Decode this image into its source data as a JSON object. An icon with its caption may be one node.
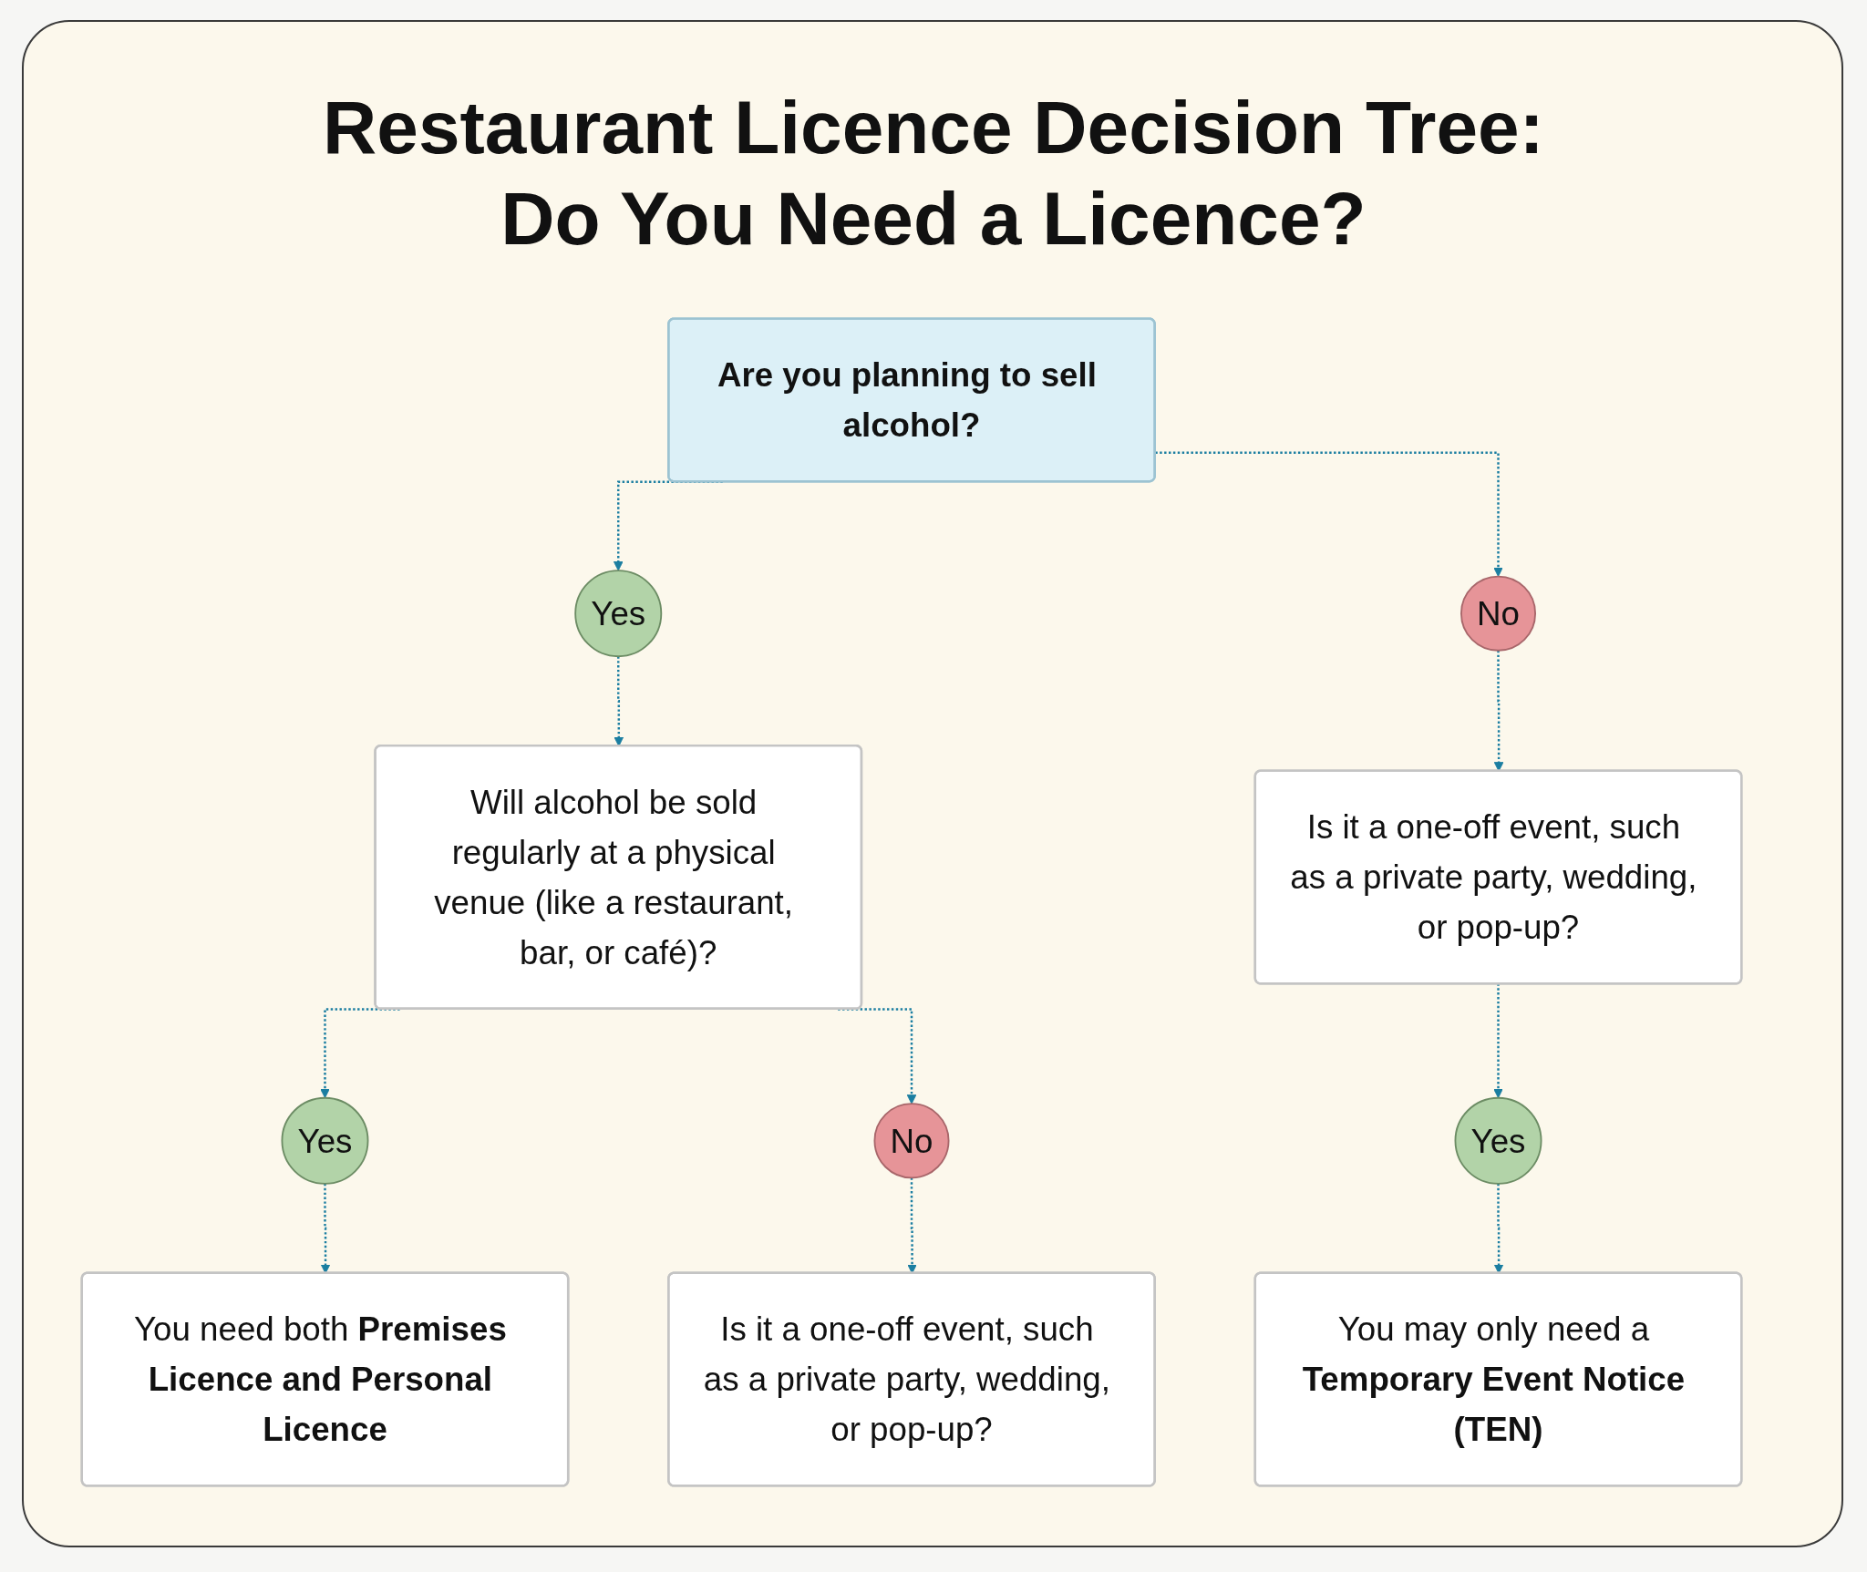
{
  "diagram": {
    "title": "Restaurant Licence Decision Tree: Do You Need a Licence?",
    "nodes": [
      {
        "text": [
          "Are you planning to sell alcohol?"
        ]
      },
      {
        "text": [
          "Yes"
        ]
      },
      {
        "text": [
          "No"
        ]
      },
      {
        "text": [
          "Will alcohol be sold regularly at a physical venue (like a restaurant, bar, or café)?"
        ]
      },
      {
        "text": [
          "Is it a one-off event, such as a private party, wedding, or pop-up?"
        ]
      },
      {
        "text": [
          "Yes"
        ]
      },
      {
        "text": [
          "No"
        ]
      },
      {
        "text": [
          "Yes"
        ]
      },
      {
        "text": [
          "You need both **Premises Licence and Personal Licence**"
        ]
      },
      {
        "text": [
          "Is it a one-off event, such as a private party, wedding, or pop-up?"
        ]
      },
      {
        "text": [
          "You may only need a **Temporary Event Notice (TEN)**"
        ]
      }
    ],
    "edges": [
      {
        "from": 0,
        "to": 1,
        "arrow": "to",
        "style": "dashed"
      },
      {
        "from": 0,
        "to": 2,
        "arrow": "to",
        "style": "dashed"
      },
      {
        "from": 1,
        "to": 3,
        "arrow": "to",
        "style": "dashed"
      },
      {
        "from": 2,
        "to": 4,
        "arrow": "to",
        "style": "dashed"
      },
      {
        "from": 3,
        "to": 5,
        "arrow": "to",
        "style": "dashed"
      },
      {
        "from": 3,
        "to": 6,
        "arrow": "to",
        "style": "dashed"
      },
      {
        "from": 4,
        "to": 7,
        "arrow": "to",
        "style": "dashed"
      },
      {
        "from": 5,
        "to": 8,
        "arrow": "to",
        "style": "dashed"
      },
      {
        "from": 6,
        "to": 9,
        "arrow": "to",
        "style": "dashed"
      },
      {
        "from": 7,
        "to": 10,
        "arrow": "to",
        "style": "dashed"
      }
    ]
  }
}
